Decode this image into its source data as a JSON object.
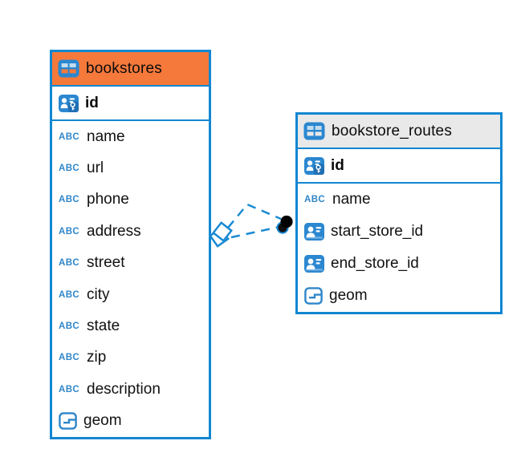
{
  "diagram": {
    "type": "entity-relationship-diagram",
    "colors": {
      "border_blue": "#1287d1",
      "header_orange": "#f5793b",
      "header_gray": "#e9e9e9",
      "icon_blue": "#2b87d0",
      "icon_text_blue": "#2f86c9",
      "relationship_line": "#1a8ad4",
      "background": "#ffffff",
      "text": "#0b0b0b"
    },
    "icons": {
      "text_label": "ABC",
      "table": "table-grid-icon",
      "primary_key": "person-with-key-icon",
      "reference": "person-card-icon",
      "geometry": "box-with-dash-icon"
    },
    "tables": [
      {
        "name": "bookstores",
        "header_style": "orange",
        "primary_key": {
          "name": "id",
          "type": "primary-key"
        },
        "columns": [
          {
            "name": "name",
            "type": "text"
          },
          {
            "name": "url",
            "type": "text"
          },
          {
            "name": "phone",
            "type": "text"
          },
          {
            "name": "address",
            "type": "text"
          },
          {
            "name": "street",
            "type": "text"
          },
          {
            "name": "city",
            "type": "text"
          },
          {
            "name": "state",
            "type": "text"
          },
          {
            "name": "zip",
            "type": "text"
          },
          {
            "name": "description",
            "type": "text"
          },
          {
            "name": "geom",
            "type": "geometry"
          }
        ]
      },
      {
        "name": "bookstore_routes",
        "header_style": "gray",
        "primary_key": {
          "name": "id",
          "type": "primary-key"
        },
        "columns": [
          {
            "name": "name",
            "type": "text"
          },
          {
            "name": "start_store_id",
            "type": "reference"
          },
          {
            "name": "end_store_id",
            "type": "reference"
          },
          {
            "name": "geom",
            "type": "geometry"
          }
        ]
      }
    ],
    "relationships": [
      {
        "from_table": "bookstore_routes",
        "from_column": "start_store_id",
        "to_table": "bookstores",
        "to_column": "id",
        "style": "dashed"
      },
      {
        "from_table": "bookstore_routes",
        "from_column": "end_store_id",
        "to_table": "bookstores",
        "to_column": "id",
        "style": "dashed"
      }
    ]
  }
}
